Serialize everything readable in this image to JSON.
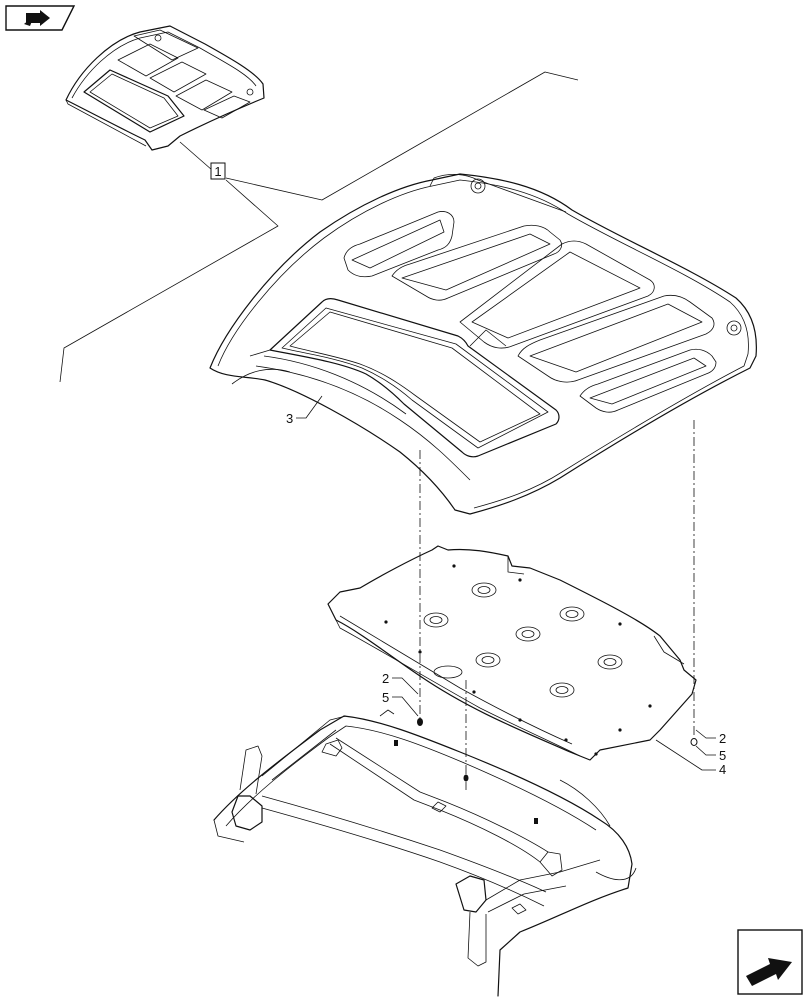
{
  "diagram": {
    "callouts": {
      "group": "1",
      "fastener_left": "2",
      "washer_left": "5",
      "roof_panel": "3",
      "fastener_right": "2",
      "washer_right": "5",
      "liner": "4"
    }
  },
  "icons": {
    "top_left": "book-arrow-icon",
    "bottom_right": "next-page-arrow-icon"
  }
}
